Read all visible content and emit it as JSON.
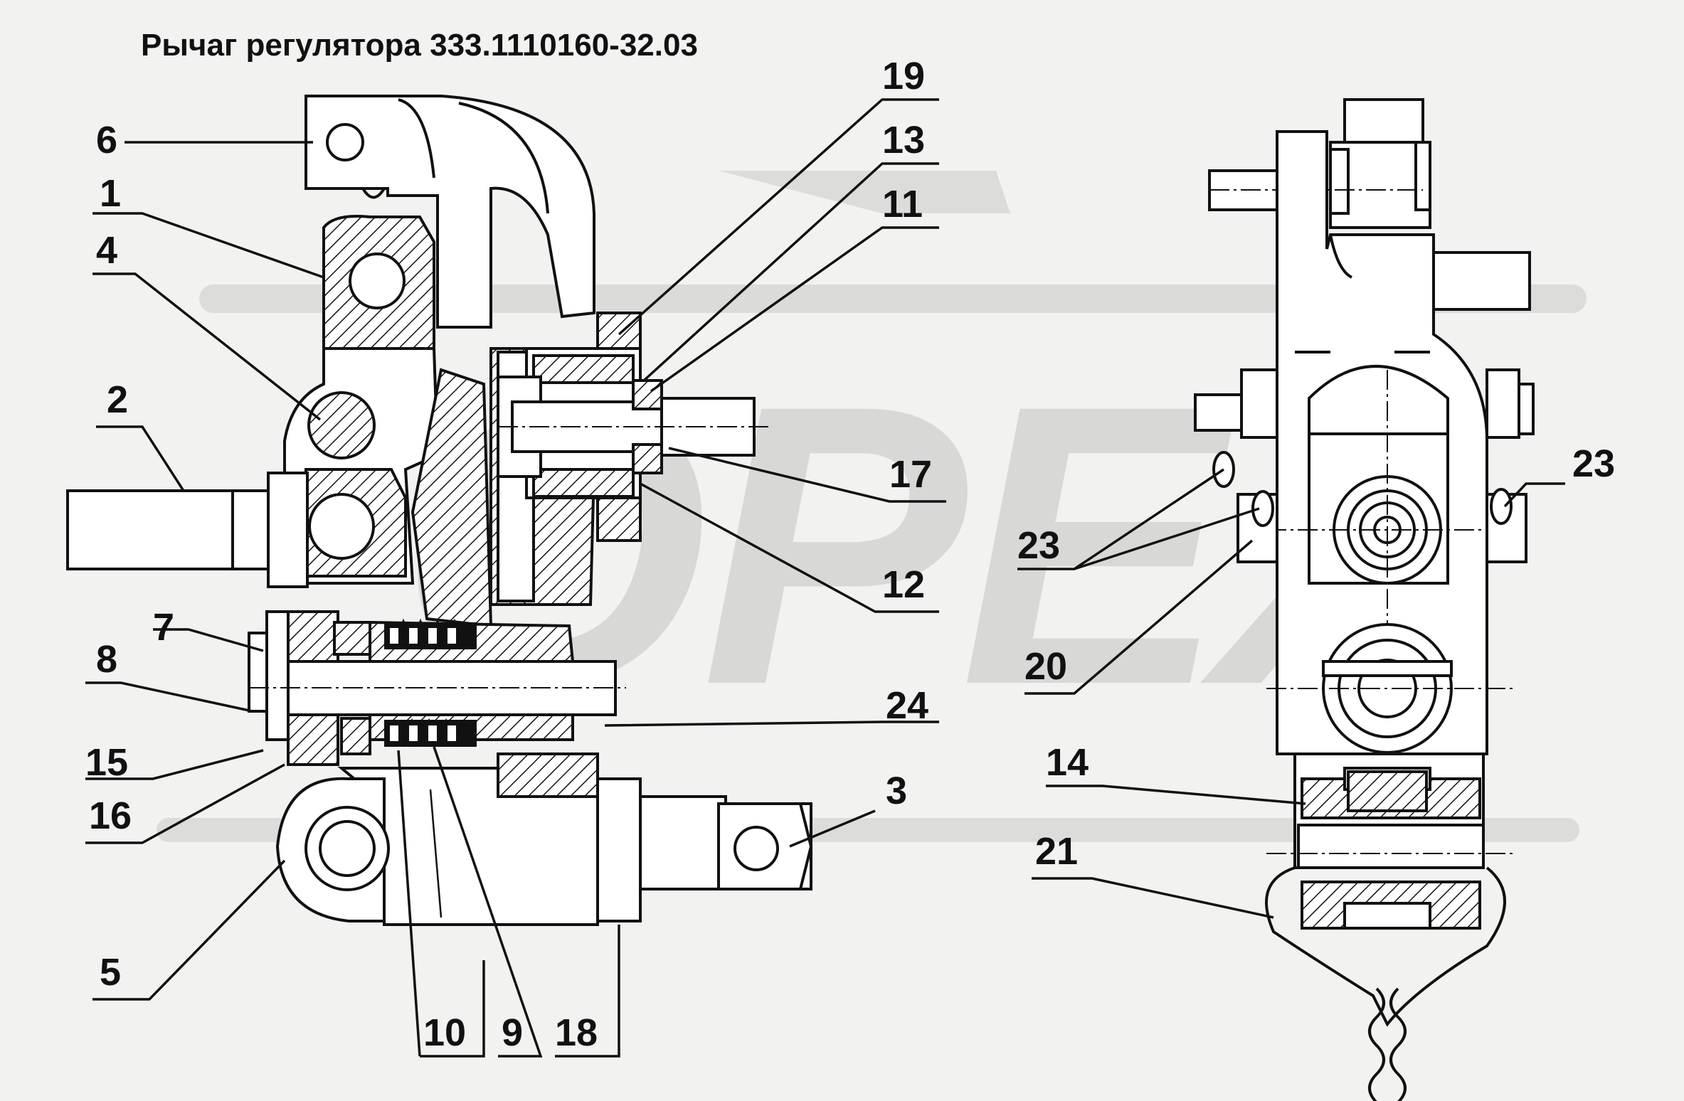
{
  "title": "Рычаг регулятора 333.1110160-32.03",
  "watermark": "OPEX",
  "callouts": {
    "c1": "1",
    "c2": "2",
    "c3": "3",
    "c4": "4",
    "c5": "5",
    "c6": "6",
    "c7": "7",
    "c8": "8",
    "c9": "9",
    "c10": "10",
    "c11": "11",
    "c12": "12",
    "c13": "13",
    "c14": "14",
    "c15": "15",
    "c16": "16",
    "c17": "17",
    "c18": "18",
    "c19": "19",
    "c20": "20",
    "c21": "21",
    "c23a": "23",
    "c23b": "23",
    "c24": "24"
  }
}
